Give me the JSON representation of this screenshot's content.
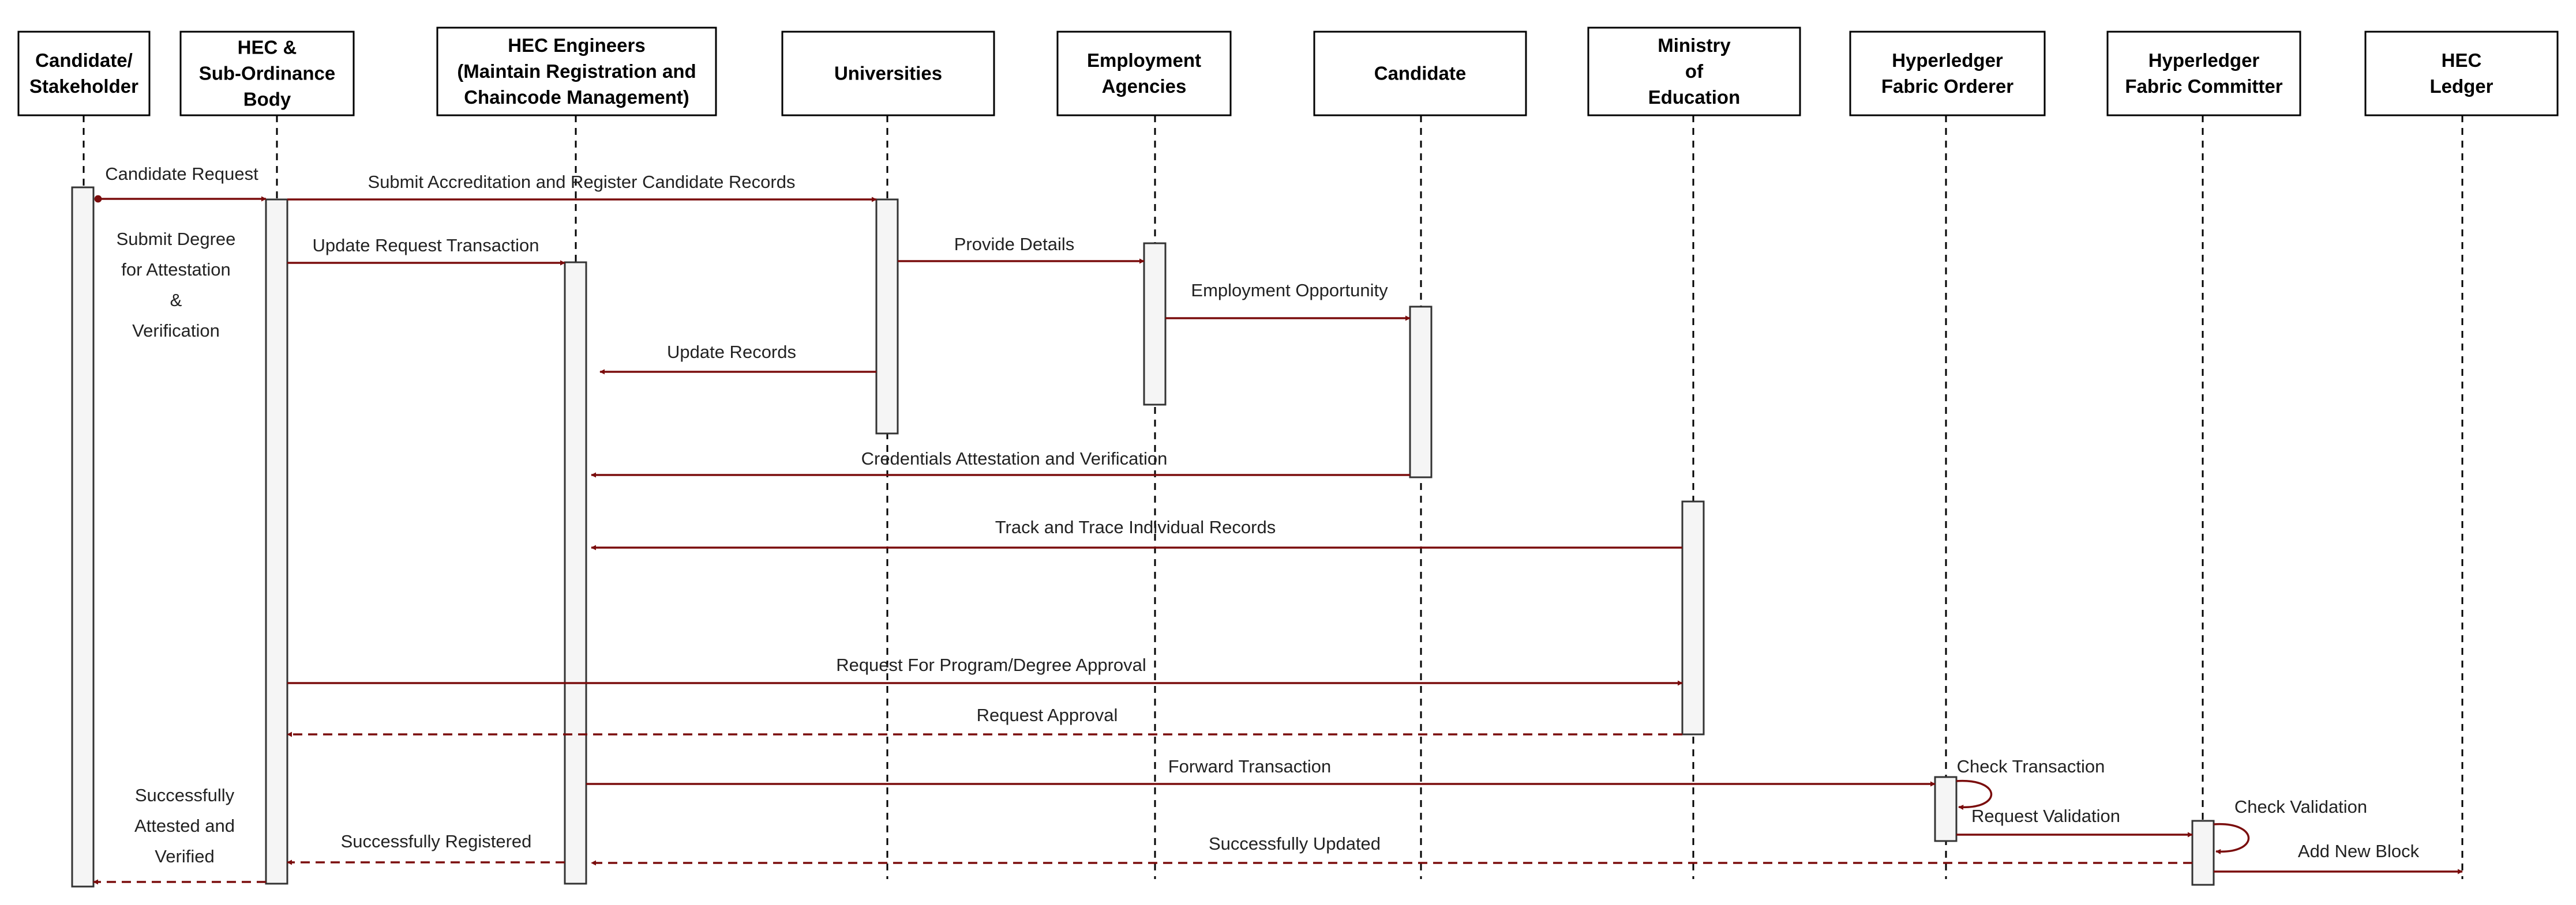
{
  "colors": {
    "message": "#7a0c0c",
    "activation_fill": "#f5f5f5",
    "box_stroke": "#000000"
  },
  "actors": [
    {
      "id": "stakeholder",
      "lines": [
        "Candidate/",
        "Stakeholder"
      ]
    },
    {
      "id": "hec-body",
      "lines": [
        "HEC &",
        "Sub-Ordinance",
        "Body"
      ]
    },
    {
      "id": "hec-engineers",
      "lines": [
        "HEC Engineers",
        "(Maintain Registration and",
        "Chaincode Management)"
      ]
    },
    {
      "id": "universities",
      "lines": [
        "Universities"
      ]
    },
    {
      "id": "employment-agencies",
      "lines": [
        "Employment",
        "Agencies"
      ]
    },
    {
      "id": "candidate",
      "lines": [
        "Candidate"
      ]
    },
    {
      "id": "ministry",
      "lines": [
        "Ministry",
        "of",
        "Education"
      ]
    },
    {
      "id": "orderer",
      "lines": [
        "Hyperledger",
        "Fabric Orderer"
      ]
    },
    {
      "id": "committer",
      "lines": [
        "Hyperledger",
        "Fabric Committer"
      ]
    },
    {
      "id": "ledger",
      "lines": [
        "HEC",
        "Ledger"
      ]
    }
  ],
  "notes": [
    {
      "actor": "stakeholder",
      "lines": [
        "Submit Degree",
        "for Attestation",
        "&",
        "Verification"
      ]
    },
    {
      "actor": "stakeholder",
      "lines": [
        "Successfully",
        "Attested and",
        "Verified"
      ]
    }
  ],
  "messages": [
    {
      "from": "stakeholder",
      "to": "hec-body",
      "label": "Candidate Request",
      "style": "solid"
    },
    {
      "from": "hec-body",
      "to": "universities",
      "label": "Submit Accreditation and Register Candidate Records",
      "style": "solid"
    },
    {
      "from": "hec-body",
      "to": "hec-engineers",
      "label": "Update Request Transaction",
      "style": "solid"
    },
    {
      "from": "universities",
      "to": "employment-agencies",
      "label": "Provide Details",
      "style": "solid"
    },
    {
      "from": "employment-agencies",
      "to": "candidate",
      "label": "Employment Opportunity",
      "style": "solid"
    },
    {
      "from": "universities",
      "to": "hec-engineers",
      "label": "Update Records",
      "style": "solid"
    },
    {
      "from": "candidate",
      "to": "hec-engineers",
      "label": "Credentials Attestation and Verification",
      "style": "solid"
    },
    {
      "from": "ministry",
      "to": "hec-engineers",
      "label": "Track and Trace Individual Records",
      "style": "solid"
    },
    {
      "from": "hec-body",
      "to": "ministry",
      "label": "Request For Program/Degree Approval",
      "style": "solid"
    },
    {
      "from": "ministry",
      "to": "hec-body",
      "label": "Request Approval",
      "style": "dashed"
    },
    {
      "from": "hec-engineers",
      "to": "orderer",
      "label": "Forward Transaction",
      "style": "solid"
    },
    {
      "from": "orderer",
      "to": "orderer",
      "label": "Check Transaction",
      "style": "self"
    },
    {
      "from": "orderer",
      "to": "committer",
      "label": "Request Validation",
      "style": "solid"
    },
    {
      "from": "committer",
      "to": "committer",
      "label": "Check Validation",
      "style": "self"
    },
    {
      "from": "committer",
      "to": "ledger",
      "label": "Add New Block",
      "style": "solid"
    },
    {
      "from": "hec-engineers",
      "to": "hec-body",
      "label": "Successfully Registered",
      "style": "dashed"
    },
    {
      "from": "committer",
      "to": "hec-engineers",
      "label": "Successfully Updated",
      "style": "dashed"
    },
    {
      "from": "hec-body",
      "to": "stakeholder",
      "label": "",
      "style": "dashed"
    }
  ]
}
